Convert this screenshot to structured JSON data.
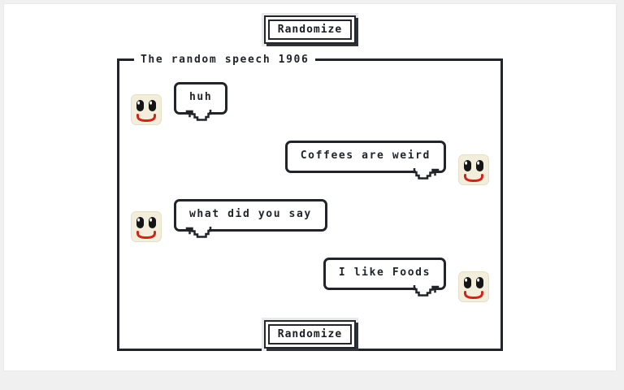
{
  "header": {
    "randomize_label": "Randomize"
  },
  "panel": {
    "legend": "The random speech 1906",
    "randomize_label": "Randomize",
    "messages": [
      {
        "side": "left",
        "text": "huh"
      },
      {
        "side": "right",
        "text": "Coffees are weird"
      },
      {
        "side": "left",
        "text": "what did you say"
      },
      {
        "side": "right",
        "text": "I like Foods"
      }
    ]
  },
  "colors": {
    "page_frame": "#f0f0f1",
    "surface": "#ffffff",
    "border": "#212529",
    "face_bg": "#f2eedb",
    "face_eye": "#151515",
    "face_mouth": "#c9271e",
    "button_shadow": "#2f3237",
    "button_halo": "#e9e9ea"
  }
}
